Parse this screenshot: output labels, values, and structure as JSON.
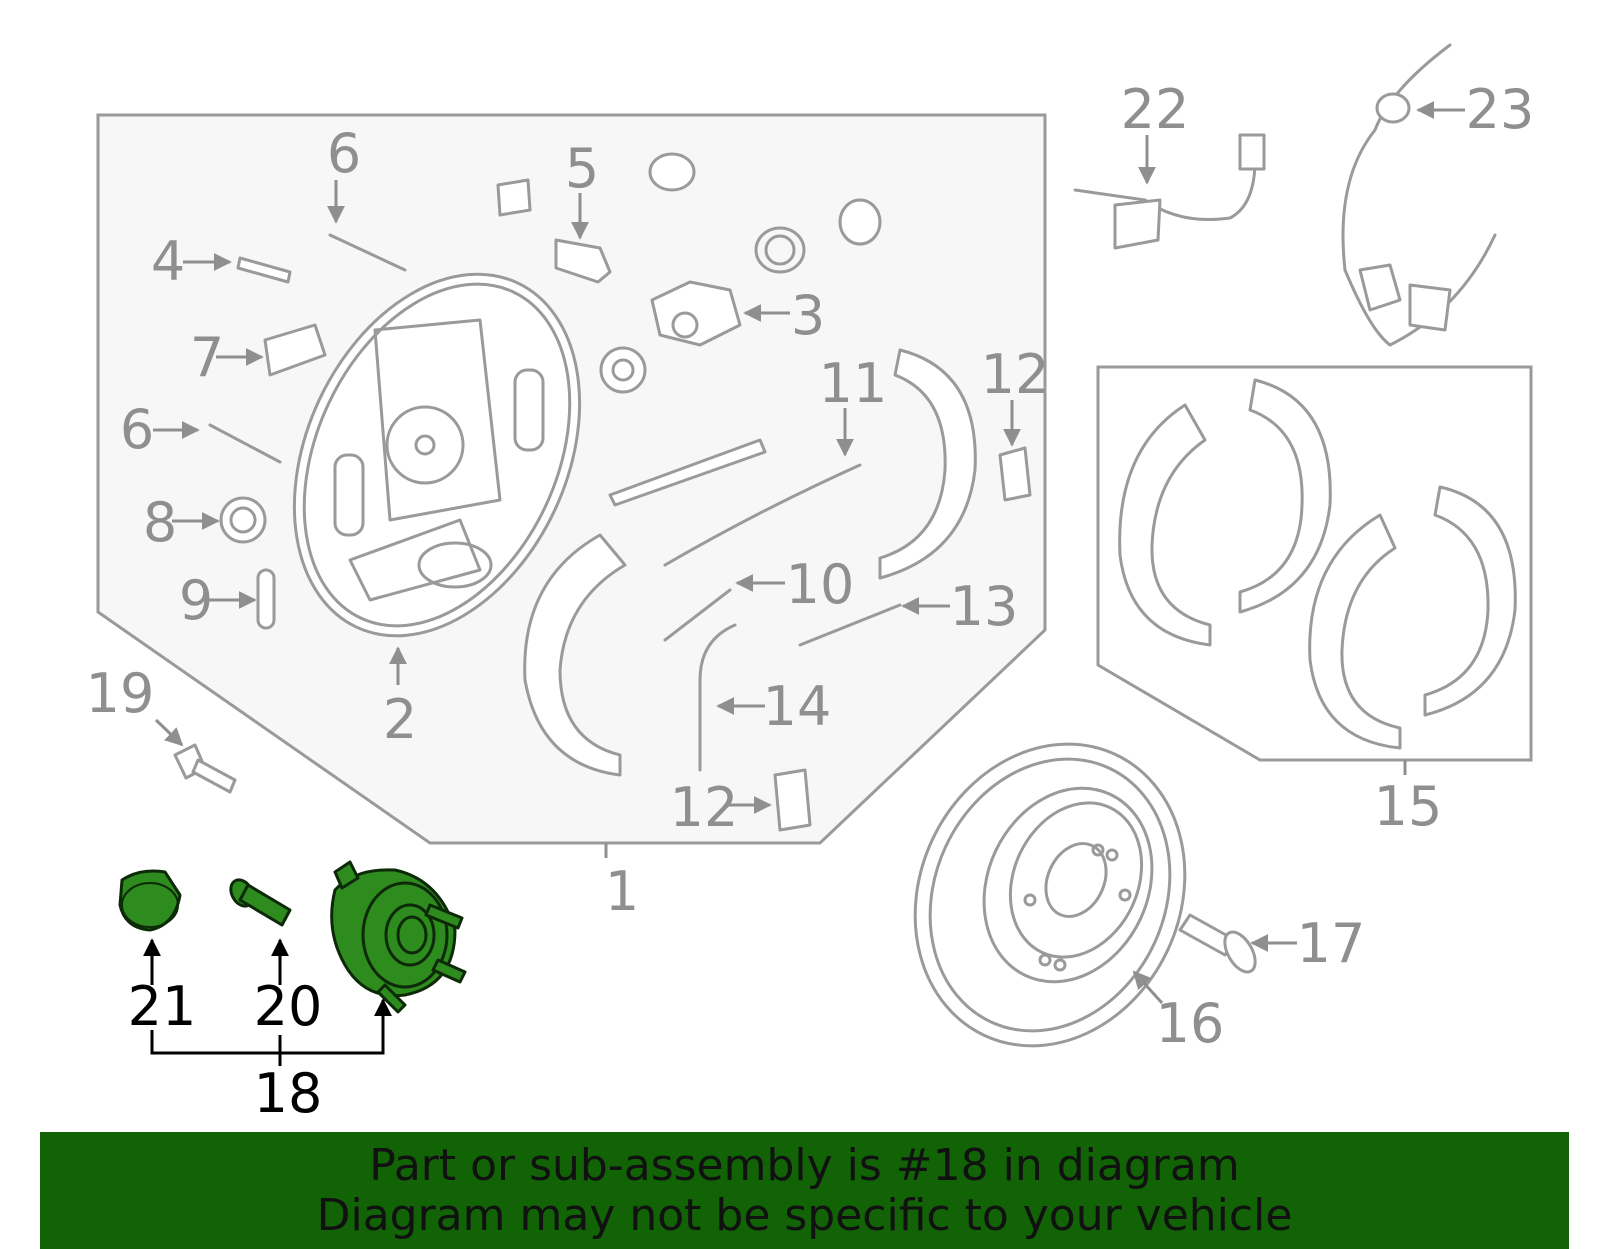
{
  "colors": {
    "banner_bg": "#116306",
    "banner_text": "#111111",
    "highlight_part": "#2e8b1e",
    "part_line": "#9a9a9a",
    "assembly_panel": "#f7f7f7"
  },
  "callouts": {
    "c1": "1",
    "c2": "2",
    "c3": "3",
    "c4": "4",
    "c5": "5",
    "c6a": "6",
    "c6b": "6",
    "c7": "7",
    "c8": "8",
    "c9": "9",
    "c10": "10",
    "c11": "11",
    "c12a": "12",
    "c12b": "12",
    "c13": "13",
    "c14": "14",
    "c15": "15",
    "c16": "16",
    "c17": "17",
    "c18": "18",
    "c19": "19",
    "c20": "20",
    "c21": "21",
    "c22": "22",
    "c23": "23"
  },
  "banner": {
    "line1": "Part or sub-assembly is #18 in diagram",
    "line2": "Diagram may not be specific to your vehicle"
  }
}
